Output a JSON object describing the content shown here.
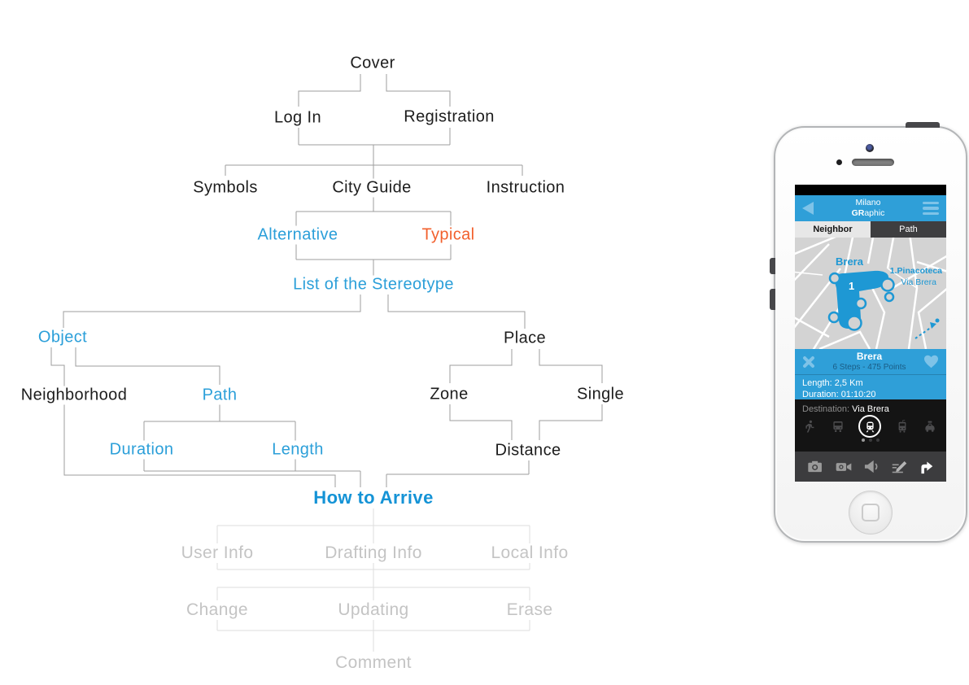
{
  "diagram": {
    "nodes": {
      "cover": "Cover",
      "log_in": "Log In",
      "registration": "Registration",
      "symbols": "Symbols",
      "city_guide": "City Guide",
      "instruction": "Instruction",
      "alternative": "Alternative",
      "typical": "Typical",
      "list_of_the_stereotype": "List of the Stereotype",
      "object": "Object",
      "place": "Place",
      "neighborhood": "Neighborhood",
      "path": "Path",
      "zone": "Zone",
      "single": "Single",
      "duration": "Duration",
      "length": "Length",
      "distance": "Distance",
      "how_to_arrive": "How to Arrive",
      "user_info": "User Info",
      "drafting_info": "Drafting Info",
      "local_info": "Local Info",
      "change": "Change",
      "updating": "Updating",
      "erase": "Erase",
      "comment": "Comment"
    }
  },
  "phone": {
    "header": {
      "title_line1": "Milano",
      "title_bold": "GR",
      "title_rest": "aphic"
    },
    "tabs": {
      "neighbor": "Neighbor",
      "path": "Path"
    },
    "map": {
      "area_label": "Brera",
      "marker_number": "1",
      "poi_name": "1.Pinacoteca",
      "poi_street": "Via Brera"
    },
    "route_bar": {
      "name": "Brera",
      "meta": "6 Steps - 475 Points"
    },
    "stats": {
      "length": "Length: 2,5 Km",
      "duration": "Duration: 01:10:20"
    },
    "destination": {
      "label": "Destination:",
      "value": "Via Brera"
    },
    "transport_icons": [
      "walk-icon",
      "bus-icon",
      "metro-icon",
      "tram-icon",
      "taxi-icon"
    ],
    "transport_selected": "metro-icon",
    "action_icons": [
      "camera-icon",
      "video-camera-icon",
      "megaphone-icon",
      "edit-pen-icon",
      "directions-fork-icon"
    ],
    "pagination": {
      "dots": 3,
      "active_index": 0
    }
  },
  "colors": {
    "accent_blue": "#2f9fd8",
    "diagram_blue": "#2b9fd9",
    "diagram_orange": "#f2602d",
    "diagram_gray": "#c4c4c4",
    "wire_gray": "#9d9d9d",
    "panel_black": "#141414",
    "bar_gray": "#3c3c3e",
    "map_gray": "#d3d3d3"
  }
}
